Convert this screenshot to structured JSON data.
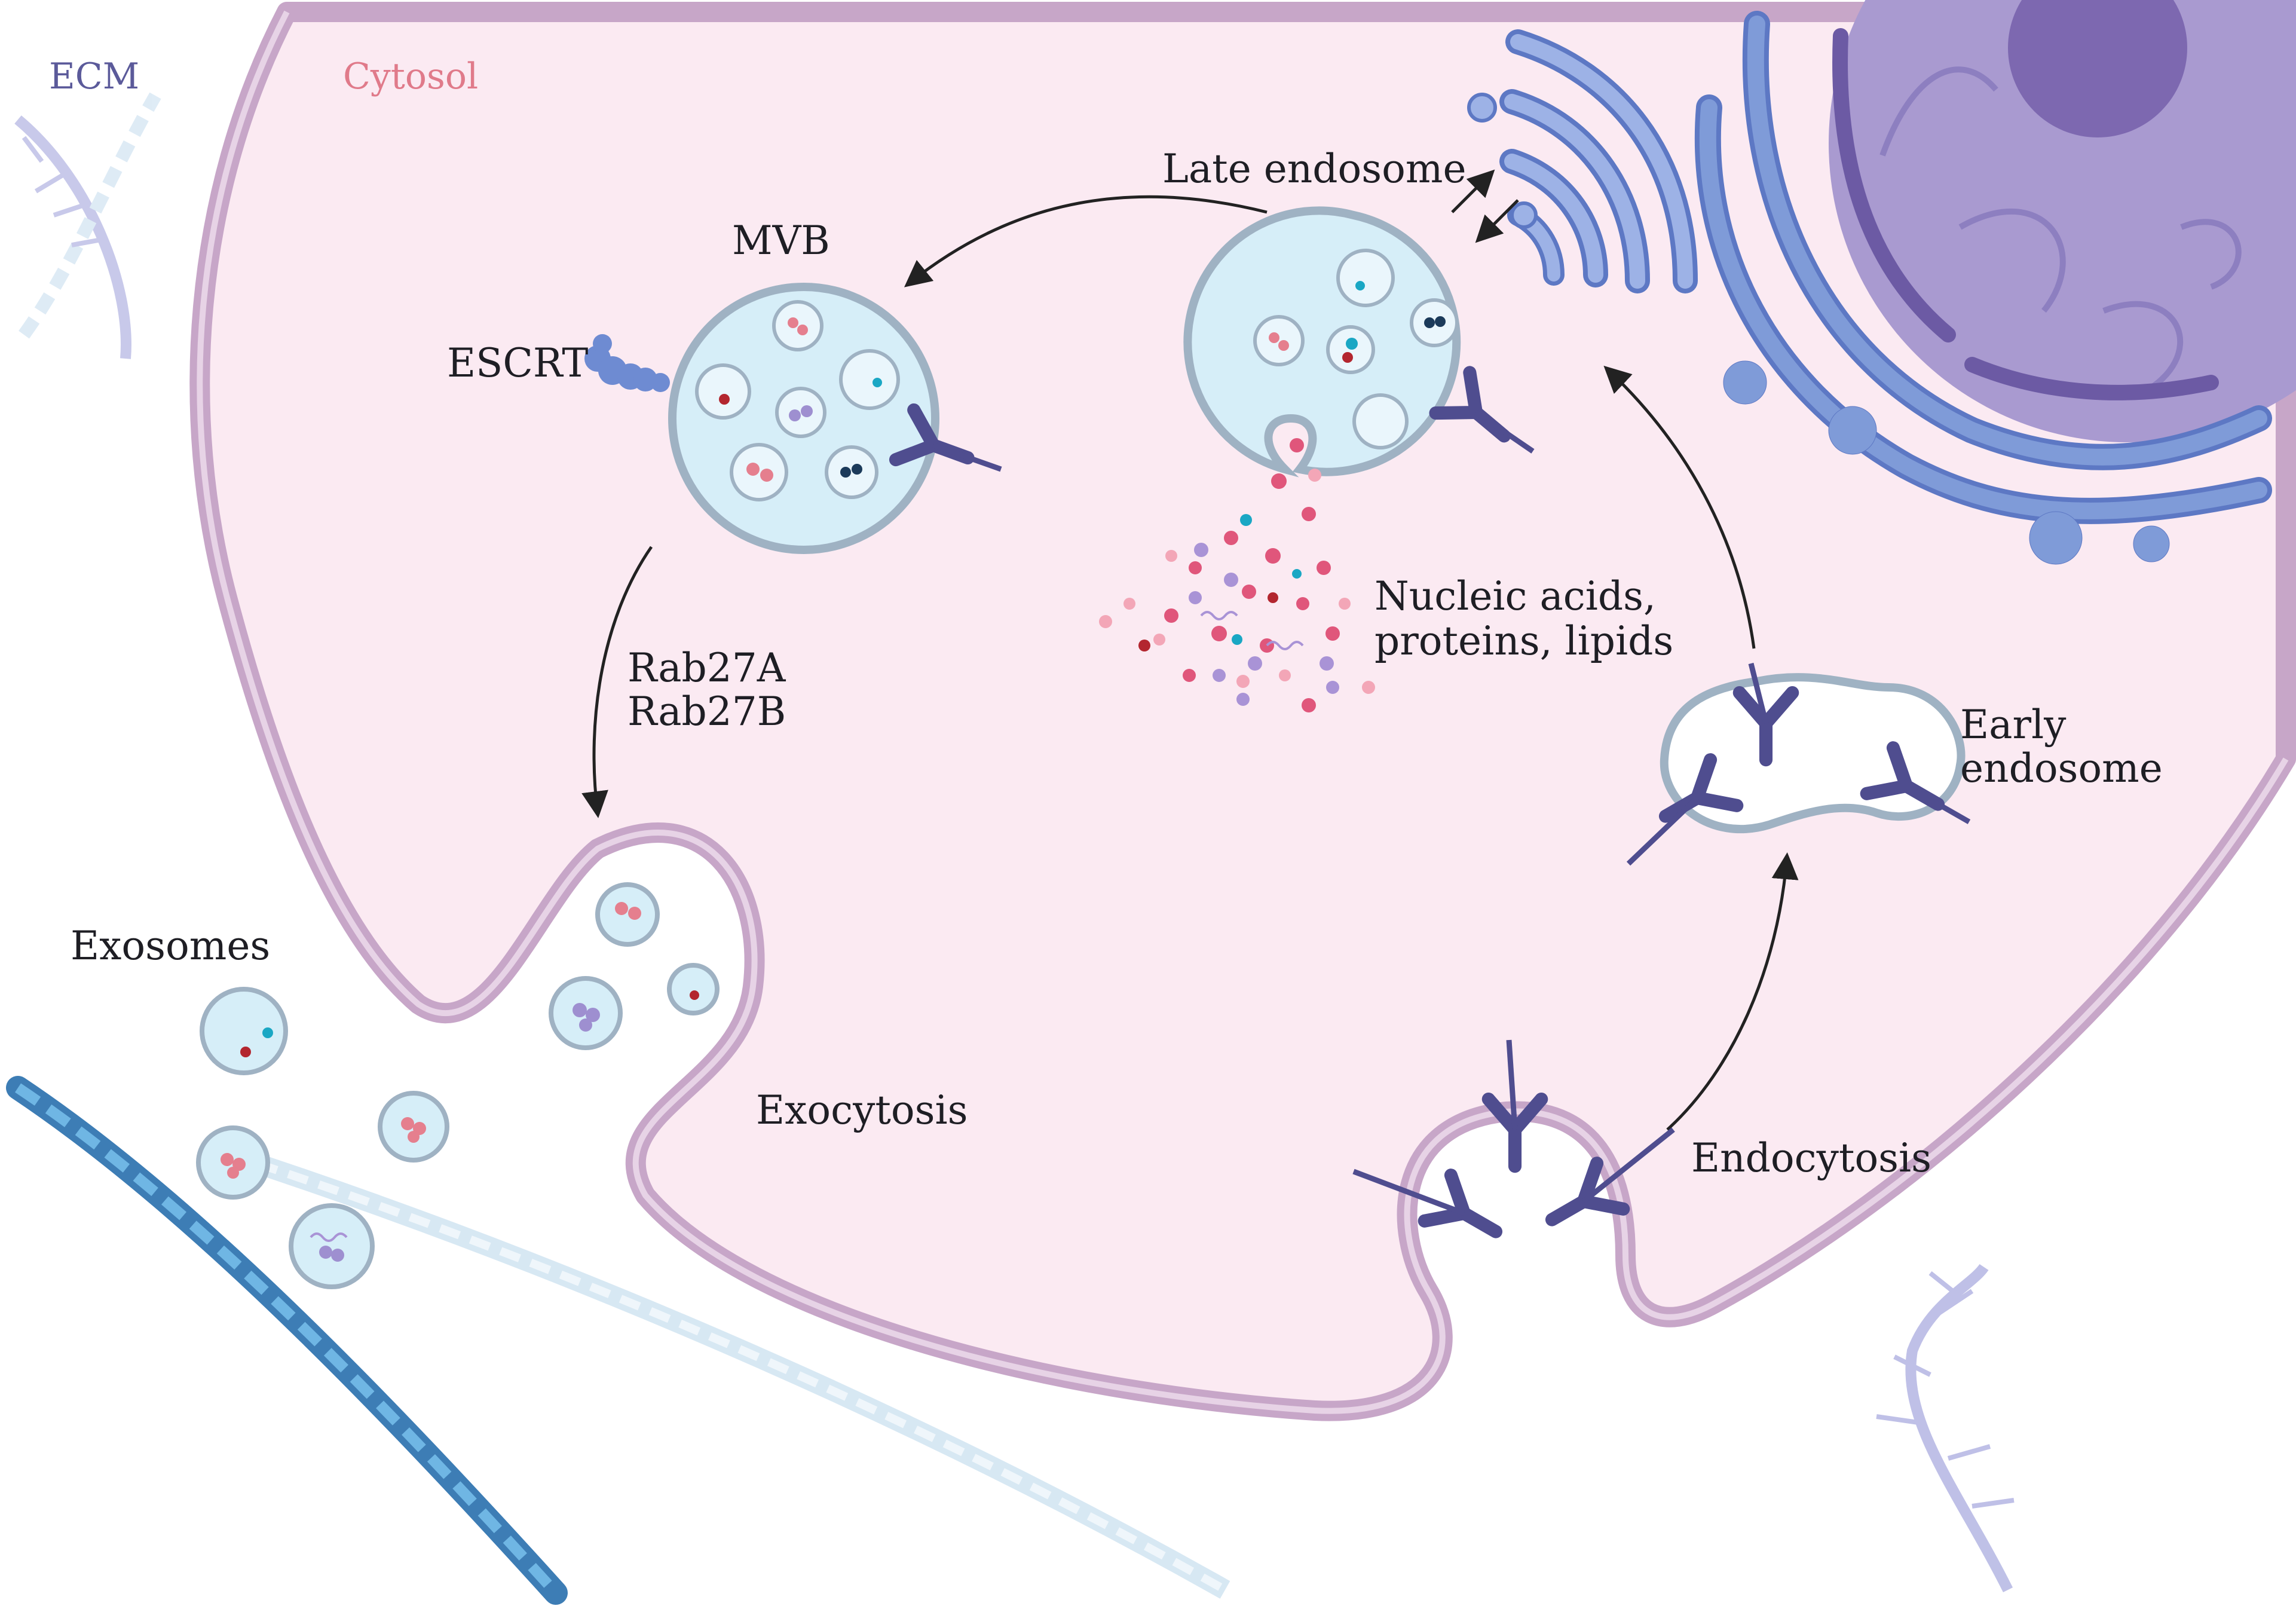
{
  "labels": {
    "ecm": "ECM",
    "cytosol": "Cytosol",
    "late_endosome": "Late endosome",
    "mvb": "MVB",
    "escrt": "ESCRT",
    "cargo_line1": "Nucleic acids,",
    "cargo_line2": "proteins, lipids",
    "rab_line1": "Rab27A",
    "rab_line2": "Rab27B",
    "exosomes": "Exosomes",
    "exocytosis": "Exocytosis",
    "early_endosome_line1": "Early",
    "early_endosome_line2": "endosome",
    "endocytosis": "Endocytosis"
  },
  "colors": {
    "background": "#ffffff",
    "cytosol_fill": "#fbeaf2",
    "membrane": "#c7a6c8",
    "vesicle_fill": "#d6eef8",
    "vesicle_stroke": "#9fb2c3",
    "receptor": "#4f4d8f",
    "golgi": "#7f9bd8",
    "nucleus": "#a99ad0",
    "nucleolus": "#7d68b0",
    "ecm_label": "#5b5a9a",
    "cytosol_label": "#e07a8a",
    "text": "#1e1e24",
    "arrow": "#222222"
  },
  "icons": [
    "receptor-icon",
    "escrt-complex-icon",
    "collagen-fiber-icon",
    "golgi-apparatus-icon",
    "nucleus-icon",
    "endoplasmic-reticulum-icon"
  ]
}
